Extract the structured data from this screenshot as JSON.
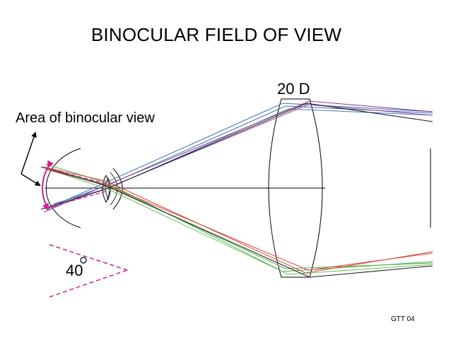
{
  "title": "BINOCULAR FIELD OF VIEW",
  "lens_label": "20 D",
  "area_label": "Area of binocular view",
  "angle": {
    "value": "40",
    "unit_symbol": "°"
  },
  "footer_code": "GTT 04",
  "colors": {
    "blue": "#3f6fb0",
    "purple": "#8a3a8a",
    "green": "#55b050",
    "red": "#d8463a",
    "magenta": "#d0208a",
    "black": "#000000"
  }
}
